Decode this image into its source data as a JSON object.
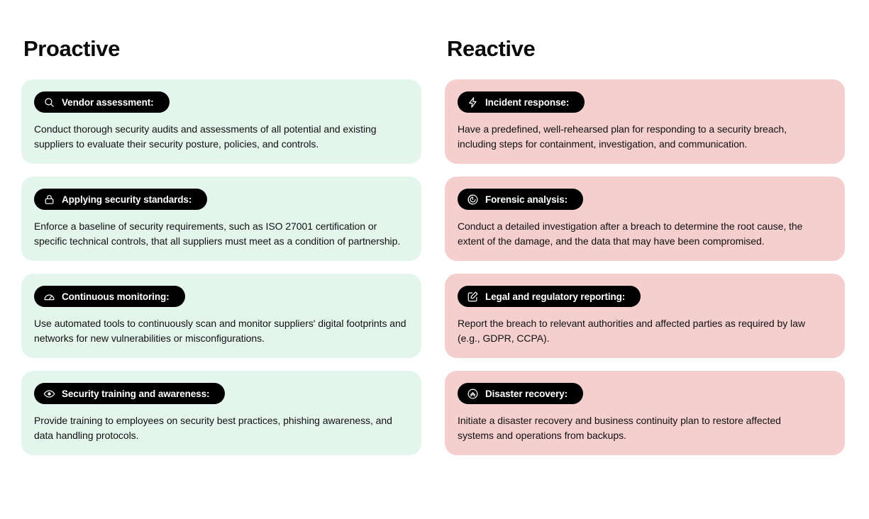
{
  "columns": [
    {
      "title": "Proactive",
      "theme": "mint",
      "bg_color": "#e3f5ec",
      "cards": [
        {
          "icon": "search-icon",
          "label": "Vendor assessment:",
          "body": "Conduct thorough security audits and assessments of all potential and existing suppliers to evaluate their security posture, policies, and controls."
        },
        {
          "icon": "lock-icon",
          "label": "Applying security standards:",
          "body": "Enforce a baseline of security requirements, such as ISO 27001 certification or specific technical controls, that all suppliers must meet as a condition of partnership."
        },
        {
          "icon": "gauge-icon",
          "label": "Continuous monitoring:",
          "body": "Use automated tools to continuously scan and monitor suppliers' digital footprints and networks for new vulnerabilities or misconfigurations."
        },
        {
          "icon": "eye-icon",
          "label": "Security training and awareness:",
          "body": "Provide training to employees on security best practices, phishing awareness, and data handling protocols."
        }
      ]
    },
    {
      "title": "Reactive",
      "theme": "pink",
      "bg_color": "#f5cece",
      "cards": [
        {
          "icon": "lightning-bolt-icon",
          "label": "Incident response:",
          "body": "Have a predefined, well-rehearsed plan for responding to a security breach, including steps for containment, investigation, and communication."
        },
        {
          "icon": "fingerprint-icon",
          "label": "Forensic analysis:",
          "body": "Conduct a detailed investigation after a breach to determine the root cause, the extent of the damage, and the data that may have been compromised."
        },
        {
          "icon": "edit-square-icon",
          "label": "Legal and regulatory reporting:",
          "body": "Report the breach to relevant authorities and affected parties as required by law (e.g., GDPR, CCPA)."
        },
        {
          "icon": "circle-chevron-up-icon",
          "label": "Disaster recovery:",
          "body": "Initiate a disaster recovery and business continuity plan to restore affected systems and operations from backups."
        }
      ]
    }
  ],
  "colors": {
    "page_background": "#ffffff",
    "pill_background": "#000000",
    "pill_text": "#ffffff",
    "title_text": "#0a0a0a",
    "body_text": "#111111"
  }
}
